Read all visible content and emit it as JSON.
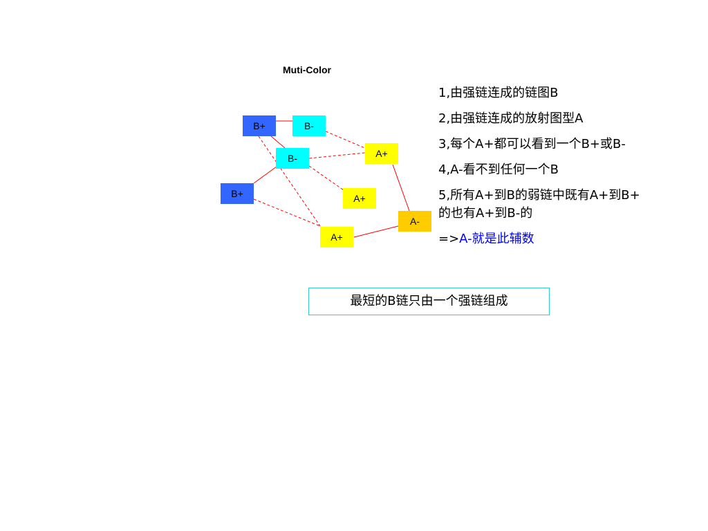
{
  "title": "Muti-Color",
  "nodes": {
    "n1": "B+",
    "n2": "B-",
    "n3": "B-",
    "n4": "B+",
    "n5": "A+",
    "n6": "A+",
    "n7": "A+",
    "n8": "A-"
  },
  "colors": {
    "b_plus": "#3366ff",
    "b_minus": "#00ffff",
    "a_plus": "#ffff00",
    "a_minus": "#ffcc00",
    "strong_link": "#ff0000",
    "weak_link": "#ff0000",
    "highlight": "#0000ff",
    "conclusion_border": "#33cccc"
  },
  "notes": {
    "line1": "1,由强链连成的链图B",
    "line2": "2,由强链连成的放射图型A",
    "line3": "3,每个A+都可以看到一个B+或B-",
    "line4": "4,A-看不到任何一个B",
    "line5a": "5,所有A+到B的弱链中既有A+到B+",
    "line5b": "的也有A+到B-的",
    "line6_prefix": "=>",
    "line6_highlight": "A-就是此辅数"
  },
  "conclusion": "最短的B链只由一个强链组成"
}
